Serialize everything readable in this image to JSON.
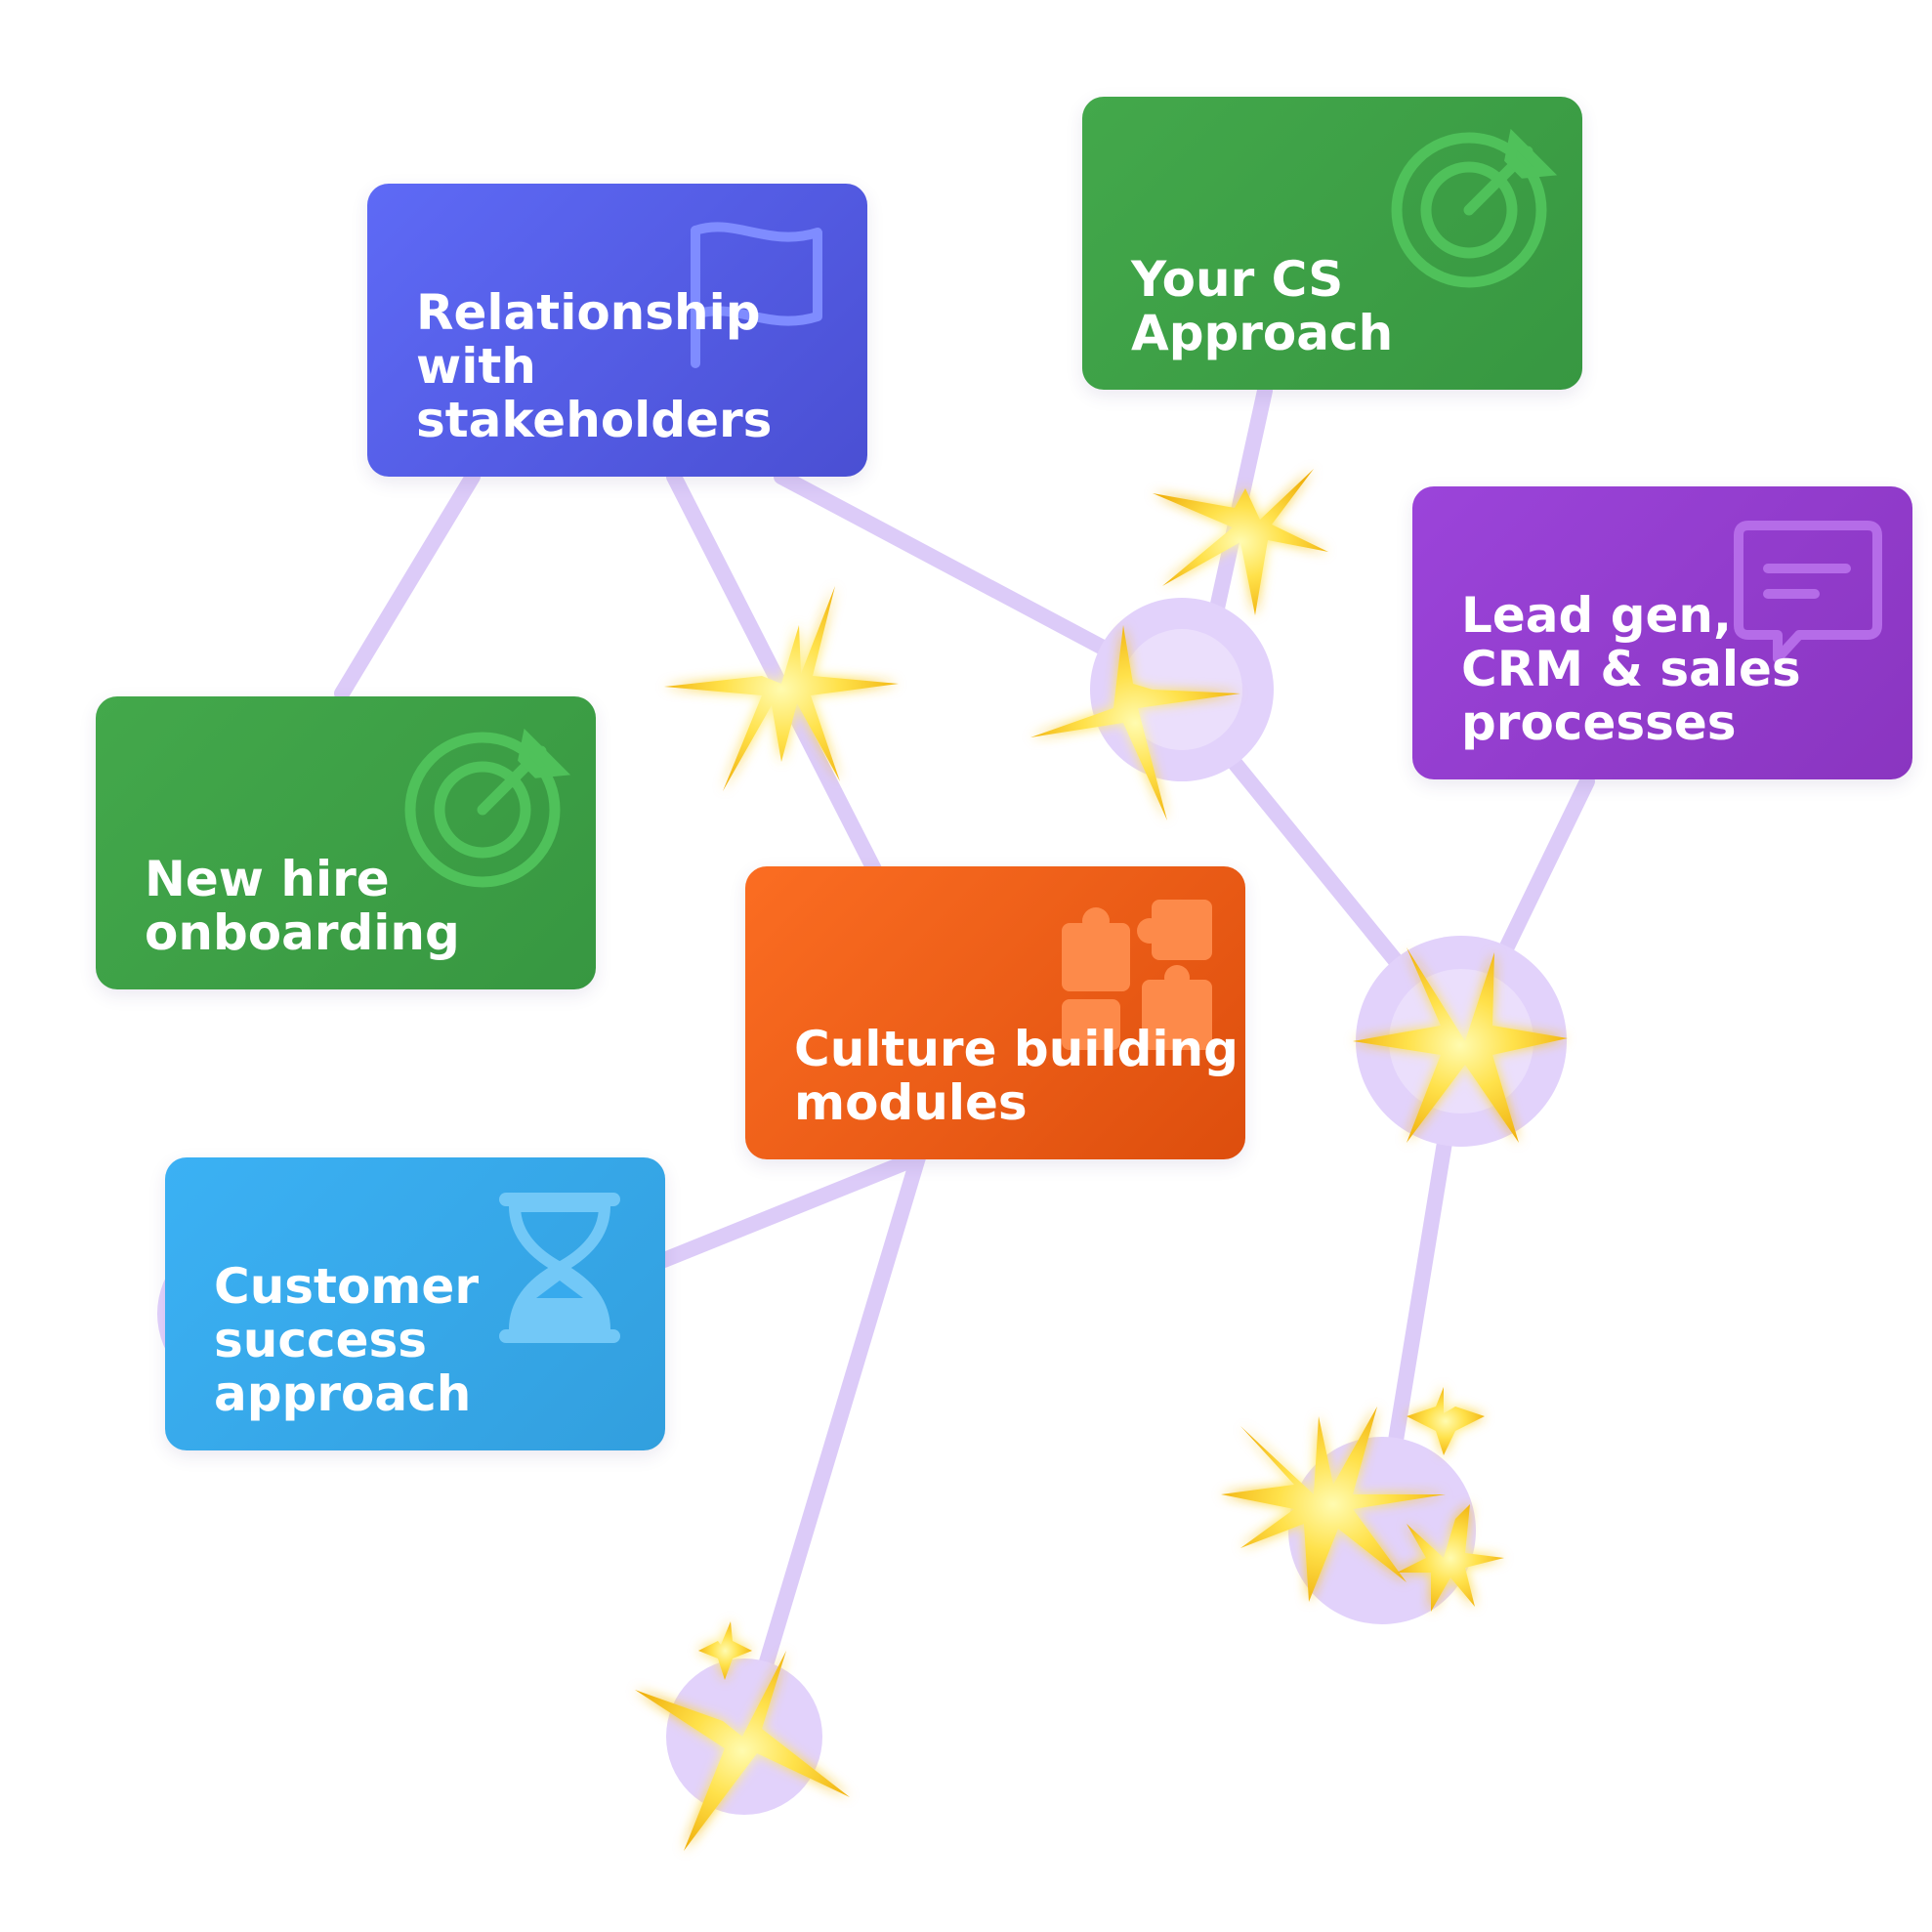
{
  "colors": {
    "connector": "#dccbf8",
    "node_fill": "#e2d2fb",
    "sparkle_core": "#fff48a",
    "sparkle_edge": "#f2b50f"
  },
  "cards": [
    {
      "id": "stakeholders",
      "lines": [
        "Relationship",
        "with",
        "stakeholders"
      ],
      "icon": "flag-icon",
      "color": "#5a63ef"
    },
    {
      "id": "cs-approach",
      "lines": [
        "Your CS",
        "Approach"
      ],
      "icon": "target-icon",
      "color": "#40a548"
    },
    {
      "id": "leadgen",
      "lines": [
        "Lead gen,",
        "CRM & sales",
        "processes"
      ],
      "icon": "chat-bubble-icon",
      "color": "#9640d3"
    },
    {
      "id": "onboarding",
      "lines": [
        "New hire",
        "onboarding"
      ],
      "icon": "target-icon",
      "color": "#40a548"
    },
    {
      "id": "culture",
      "lines": [
        "Culture building",
        "modules"
      ],
      "icon": "puzzle-icon",
      "color": "#f4631a"
    },
    {
      "id": "customer",
      "lines": [
        "Customer",
        "success",
        "approach"
      ],
      "icon": "hourglass-icon",
      "color": "#37aaed"
    }
  ]
}
